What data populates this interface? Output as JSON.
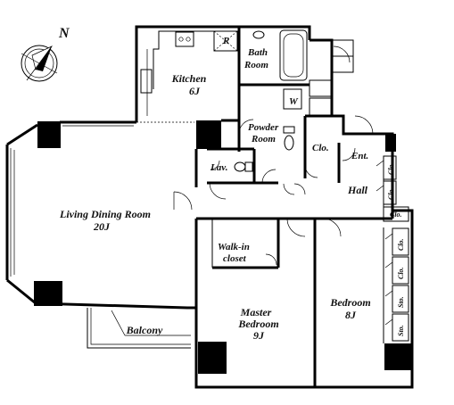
{
  "compass": {
    "label": "N"
  },
  "rooms": {
    "kitchen": {
      "name": "Kitchen",
      "size": "6J"
    },
    "fridge": {
      "name": "R"
    },
    "bath": {
      "line1": "Bath",
      "line2": "Room"
    },
    "washer": {
      "name": "W"
    },
    "powder": {
      "line1": "Powder",
      "line2": "Room"
    },
    "lav": {
      "name": "Lav."
    },
    "closet_small": {
      "name": "Clo."
    },
    "entrance": {
      "name": "Ent."
    },
    "hall": {
      "name": "Hall"
    },
    "living": {
      "name": "Living Dining Room",
      "size": "20J"
    },
    "walkin": {
      "line1": "Walk-in",
      "line2": "closet"
    },
    "master": {
      "line1": "Master",
      "line2": "Bedroom",
      "size": "9J"
    },
    "bedroom": {
      "name": "Bedroom",
      "size": "8J"
    },
    "balcony": {
      "name": "Balcony"
    },
    "storage": [
      "Clo.",
      "Clo.",
      "Clo.",
      "Clo.",
      "Clo.",
      "Sto.",
      "Sto."
    ]
  }
}
